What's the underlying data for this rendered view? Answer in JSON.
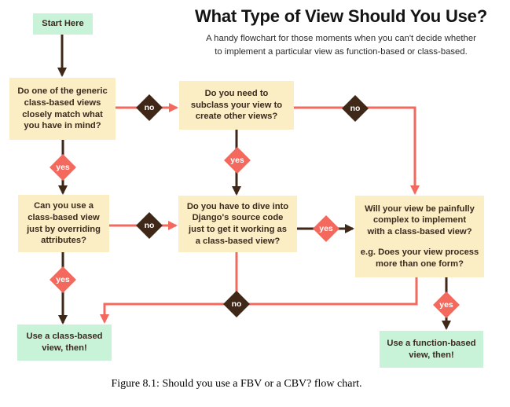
{
  "header": {
    "title": "What Type of View Should You Use?",
    "subtitle": "A handy flowchart for those moments when you can't decide whether\nto implement a particular view as function-based or class-based."
  },
  "caption": "Figure 8.1: Should you use a FBV or a CBV? flow chart.",
  "colors": {
    "question_box": "#fbeec5",
    "terminal_box": "#c8f3d9",
    "yes_diamond": "#f4695e",
    "no_diamond": "#3f2818",
    "pink_line": "#f4695e",
    "brown_line": "#3f2818",
    "box_text": "#3b2a1d"
  },
  "nodes": {
    "start": "Start Here",
    "q_generic": "Do one of the generic\nclass-based views\nclosely match what\nyou have in mind?",
    "q_subclass": "Do you need to\nsubclass your view to\ncreate other views?",
    "q_override": "Can you use a\nclass-based view\njust by overriding\nattributes?",
    "q_source": "Do you have to dive into\nDjango's source code\njust to get it working as\na class-based view?",
    "q_complex_main": "Will your view be painfully\ncomplex to implement\nwith a class-based view?",
    "q_complex_example": "e.g. Does your view process\nmore than one form?",
    "end_cbv": "Use a class-based\nview, then!",
    "end_fbv": "Use a function-based\nview, then!"
  },
  "edges": {
    "no_generic": "no",
    "yes_generic": "yes",
    "yes_subclass": "yes",
    "no_subclass": "no",
    "no_override": "no",
    "yes_source": "yes",
    "yes_override": "yes",
    "no_source": "no",
    "yes_complex": "yes"
  }
}
